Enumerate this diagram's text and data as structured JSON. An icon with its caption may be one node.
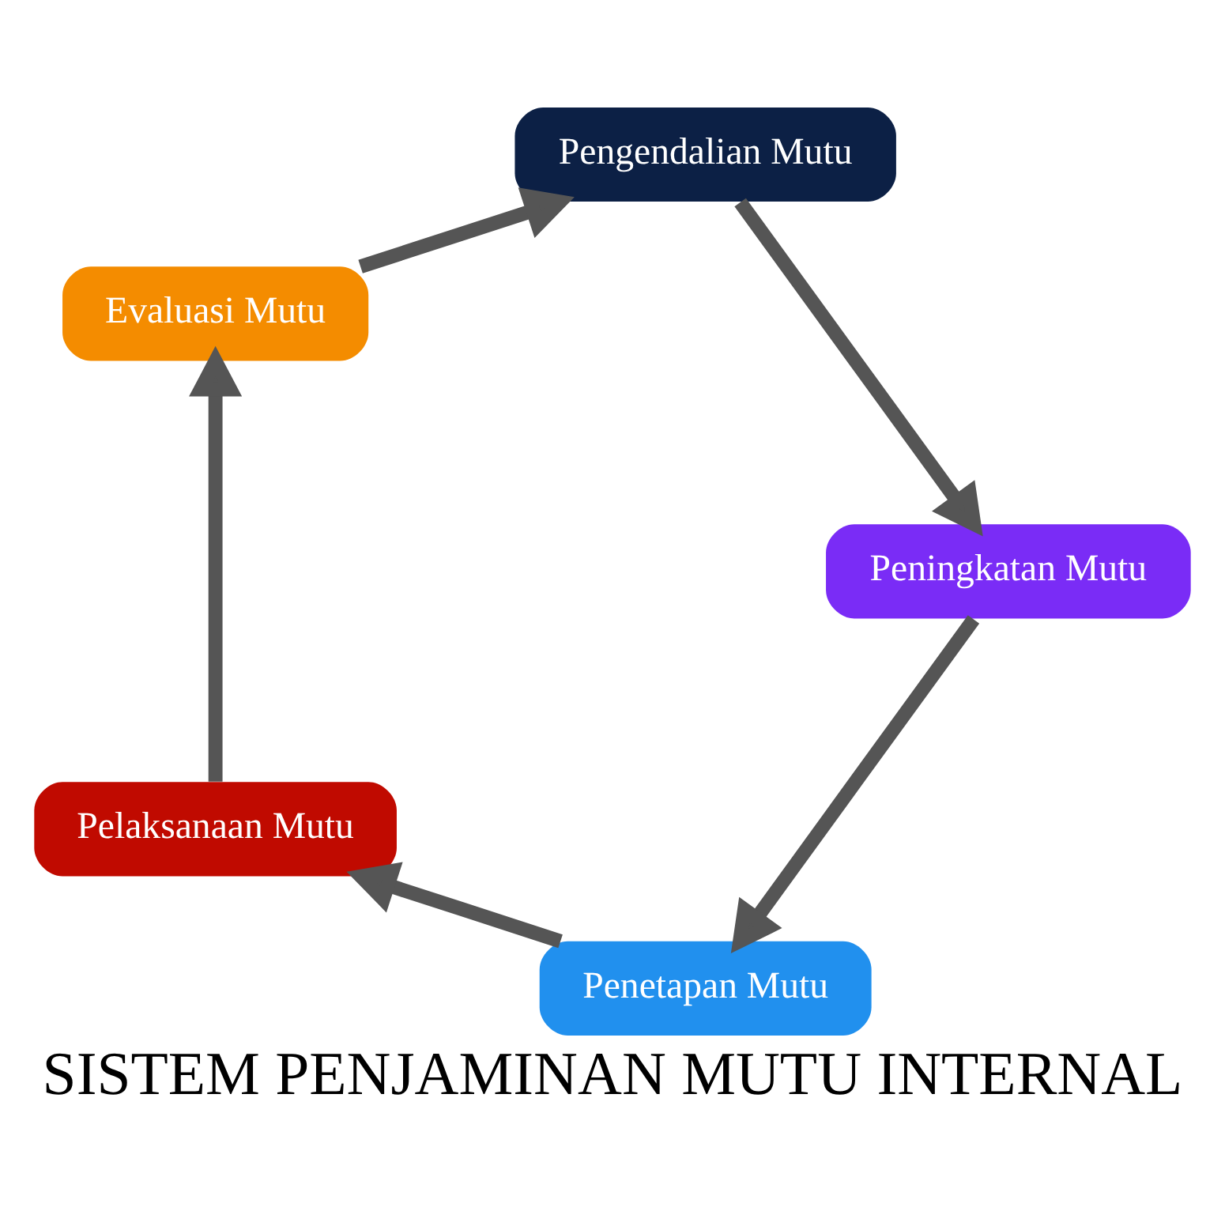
{
  "diagram": {
    "title": "SISTEM PENJAMINAN MUTU INTERNAL",
    "nodes": [
      {
        "text": [
          "Penetapan Mutu"
        ]
      },
      {
        "text": [
          "Pelaksanaan Mutu"
        ]
      },
      {
        "text": [
          "Evaluasi Mutu"
        ]
      },
      {
        "text": [
          "Pengendalian Mutu"
        ]
      },
      {
        "text": [
          "Peningkatan Mutu"
        ]
      }
    ],
    "edges": [
      {
        "from": 0,
        "to": 1,
        "arrow": "to"
      },
      {
        "from": 1,
        "to": 2,
        "arrow": "to"
      },
      {
        "from": 2,
        "to": 3,
        "arrow": "to"
      },
      {
        "from": 3,
        "to": 4,
        "arrow": "to"
      },
      {
        "from": 4,
        "to": 0,
        "arrow": "to"
      }
    ]
  }
}
